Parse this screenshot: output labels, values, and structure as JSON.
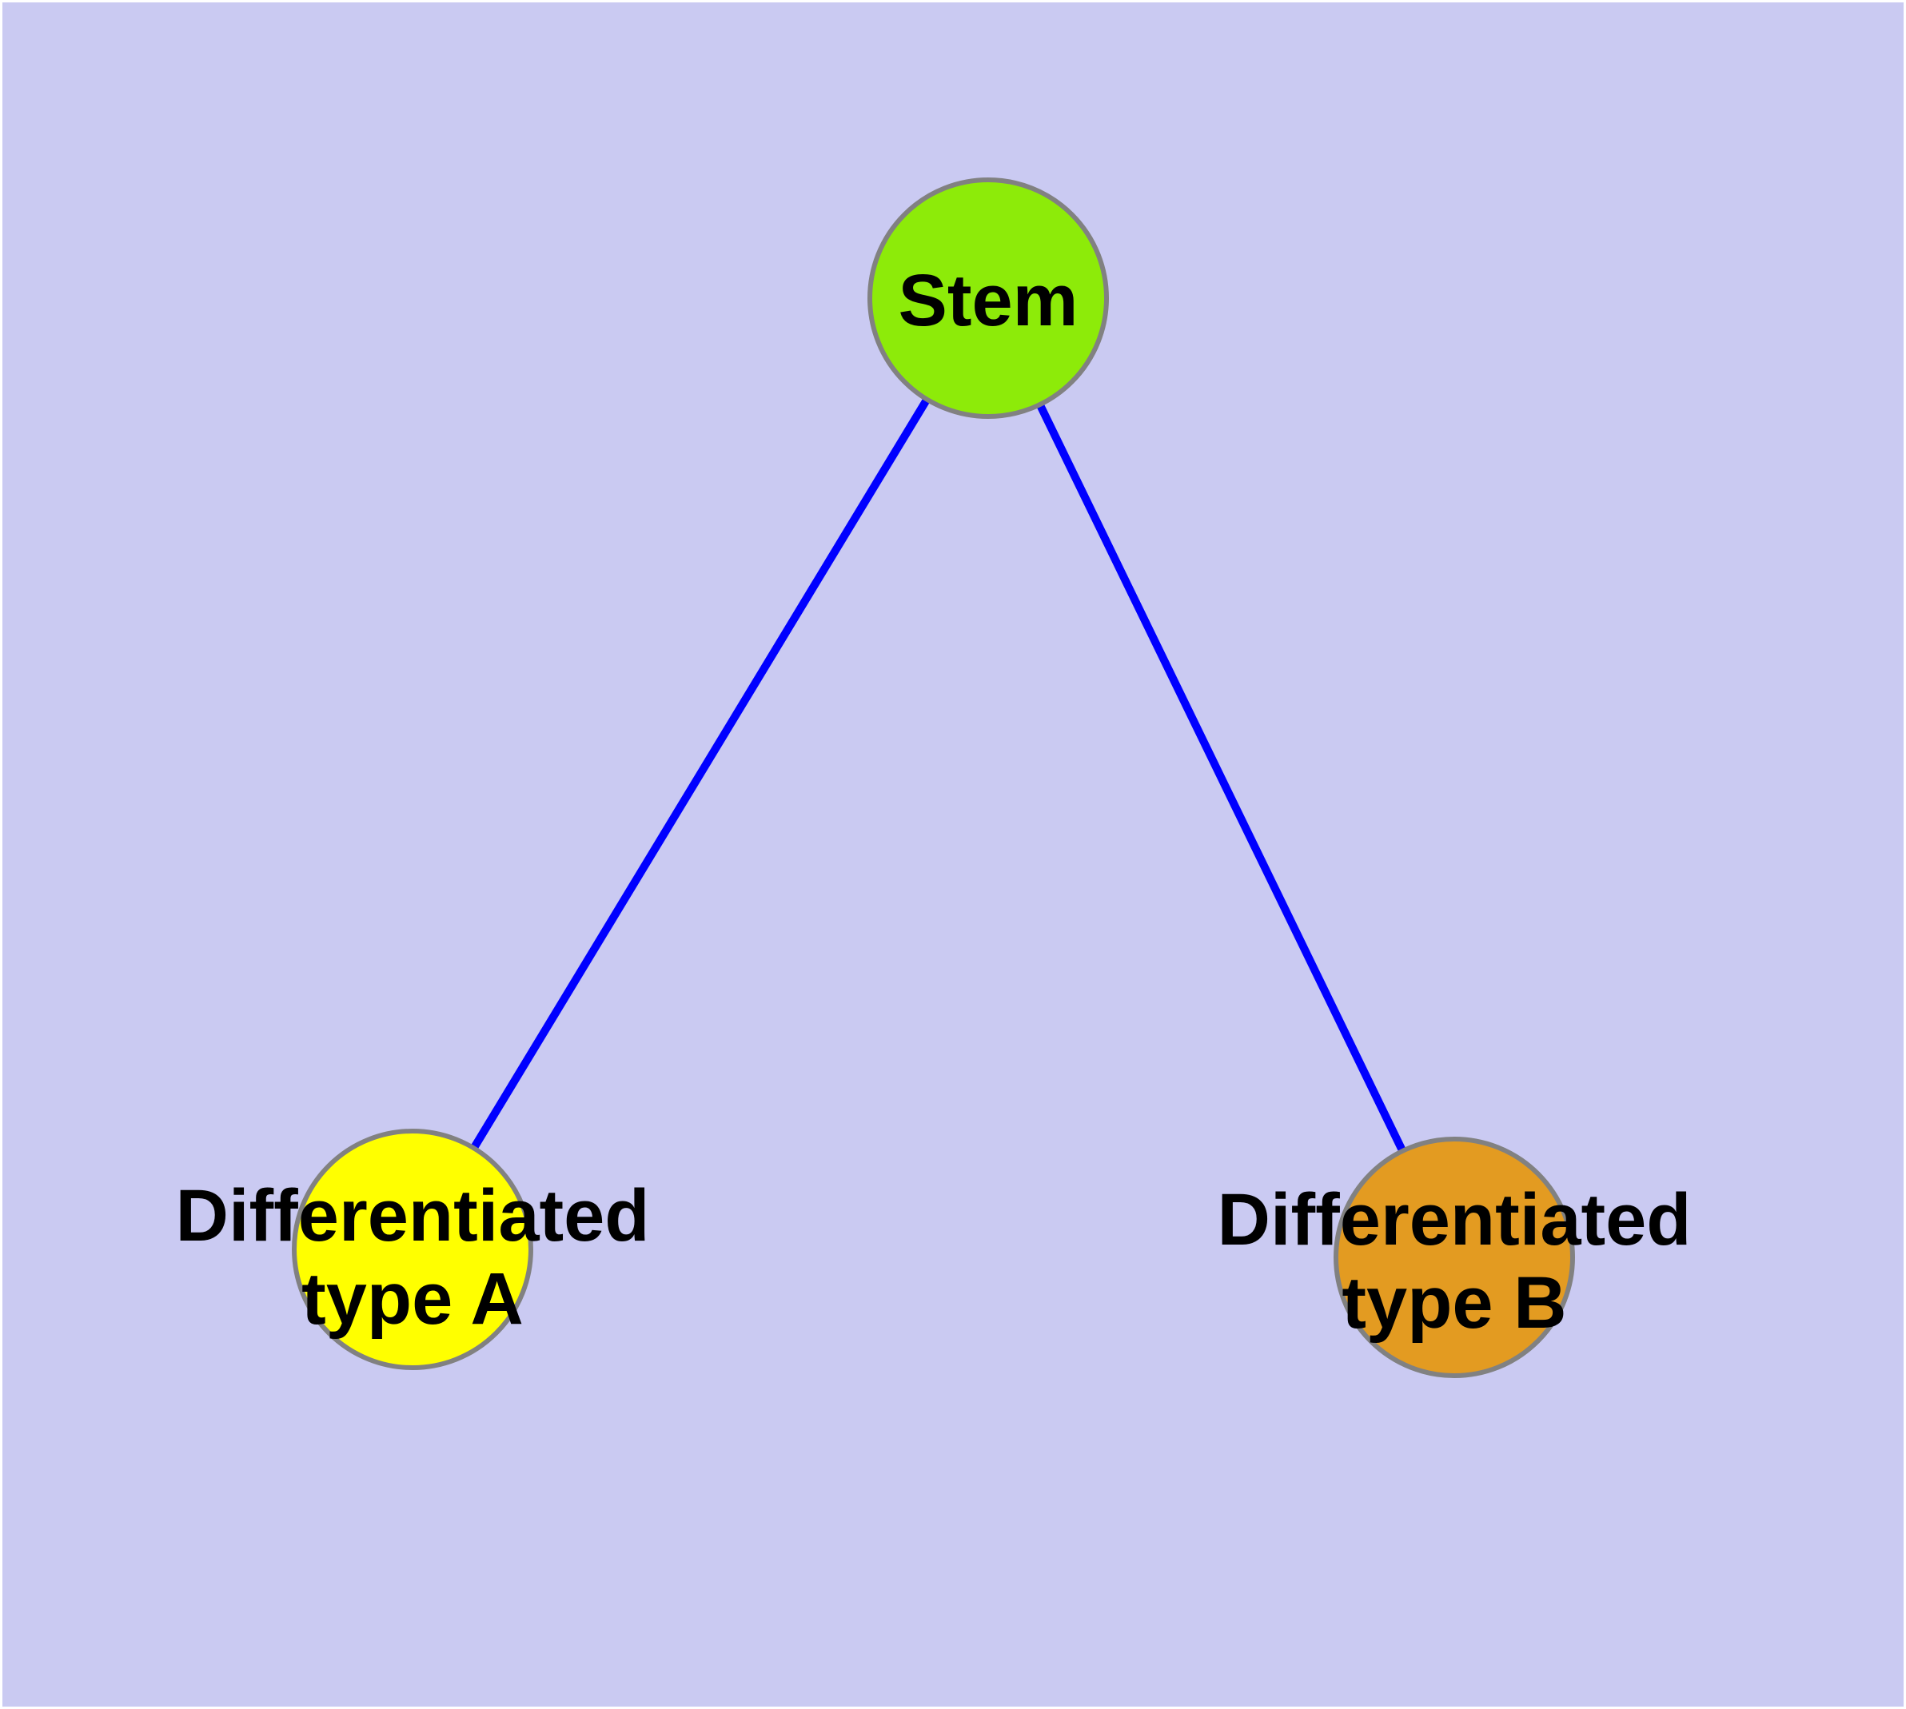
{
  "diagram": {
    "background_color": "#CACAF2",
    "frame_color": "#FFFFFF",
    "edge_color": "#0000FF",
    "node_border_color": "#818181",
    "label_color": "#000000",
    "nodes": [
      {
        "id": "stem",
        "label": "Stem",
        "lines": [
          "Stem"
        ],
        "fill": "#8DEB09"
      },
      {
        "id": "differentiated-type-a",
        "label": "Differentiated type A",
        "lines": [
          "Differentiated",
          "type A"
        ],
        "fill": "#FFFF00"
      },
      {
        "id": "differentiated-type-b",
        "label": "Differentiated type B",
        "lines": [
          "Differentiated",
          "type B"
        ],
        "fill": "#E39B21"
      }
    ],
    "edges": [
      {
        "from": "Stem",
        "to": "Differentiated type A"
      },
      {
        "from": "Stem",
        "to": "Differentiated type B"
      }
    ]
  }
}
